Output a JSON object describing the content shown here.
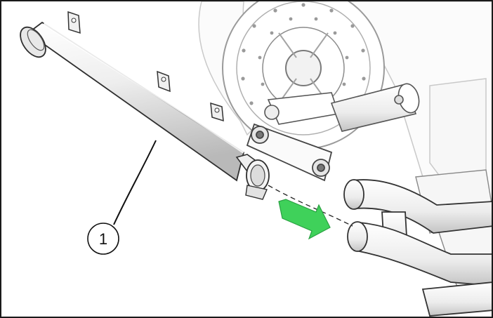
{
  "diagram": {
    "callouts": [
      {
        "label": "1",
        "refers_to": "muffler"
      }
    ],
    "arrow": {
      "color": "#3fd15a",
      "direction": "right"
    }
  }
}
